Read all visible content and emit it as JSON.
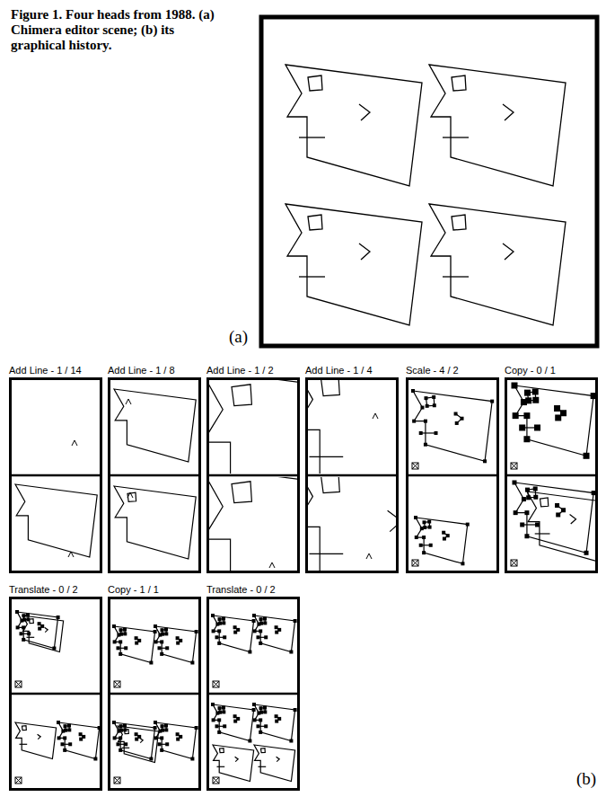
{
  "diagram": {
    "title": "Figure 1. Four heads from 1988. (a) Chimera editor scene; (b) its graphical history.",
    "nodes": [
      {
        "text": [
          "Add Line - 1 / 14"
        ]
      },
      {
        "text": [
          "Add Line - 1 / 8"
        ]
      },
      {
        "text": [
          "Add Line - 1 / 2"
        ]
      },
      {
        "text": [
          "Add Line - 1 / 4"
        ]
      },
      {
        "text": [
          "Scale - 4 / 2"
        ]
      },
      {
        "text": [
          "Copy - 0 / 1"
        ]
      },
      {
        "text": [
          "Translate - 0 / 2"
        ]
      },
      {
        "text": [
          "Copy - 1 / 1"
        ]
      },
      {
        "text": [
          "Translate - 0 / 2"
        ]
      }
    ],
    "labels": [
      "(a)",
      "(b)"
    ]
  }
}
